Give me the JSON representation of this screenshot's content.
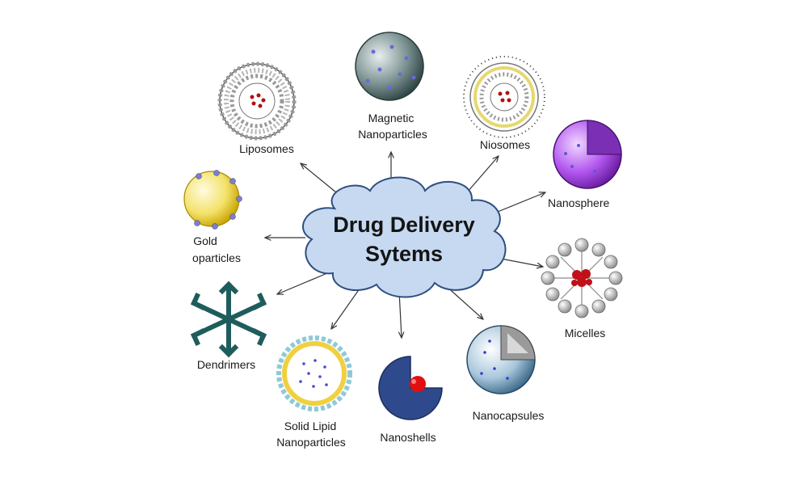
{
  "hub": {
    "line1": "Drug Delivery",
    "line2": "Sytems"
  },
  "nodes": {
    "liposomes": "Liposomes",
    "magnetic_1": "Magnetic",
    "magnetic_2": "Nanoparticles",
    "niosomes": "Niosomes",
    "nanospheres": "Nanosphere",
    "gold_1": "Gold",
    "gold_2": "oparticles",
    "micelles": "Micelles",
    "dendrimers": "Dendrimers",
    "sln_1": "Solid Lipid",
    "sln_2": "Nanoparticles",
    "nanoshells": "Nanoshells",
    "nanocapsules": "Nanocapsules"
  },
  "colors": {
    "cloud_fill": "#c6d9f1",
    "cloud_stroke": "#2f4f7f",
    "arrow": "#333333"
  }
}
